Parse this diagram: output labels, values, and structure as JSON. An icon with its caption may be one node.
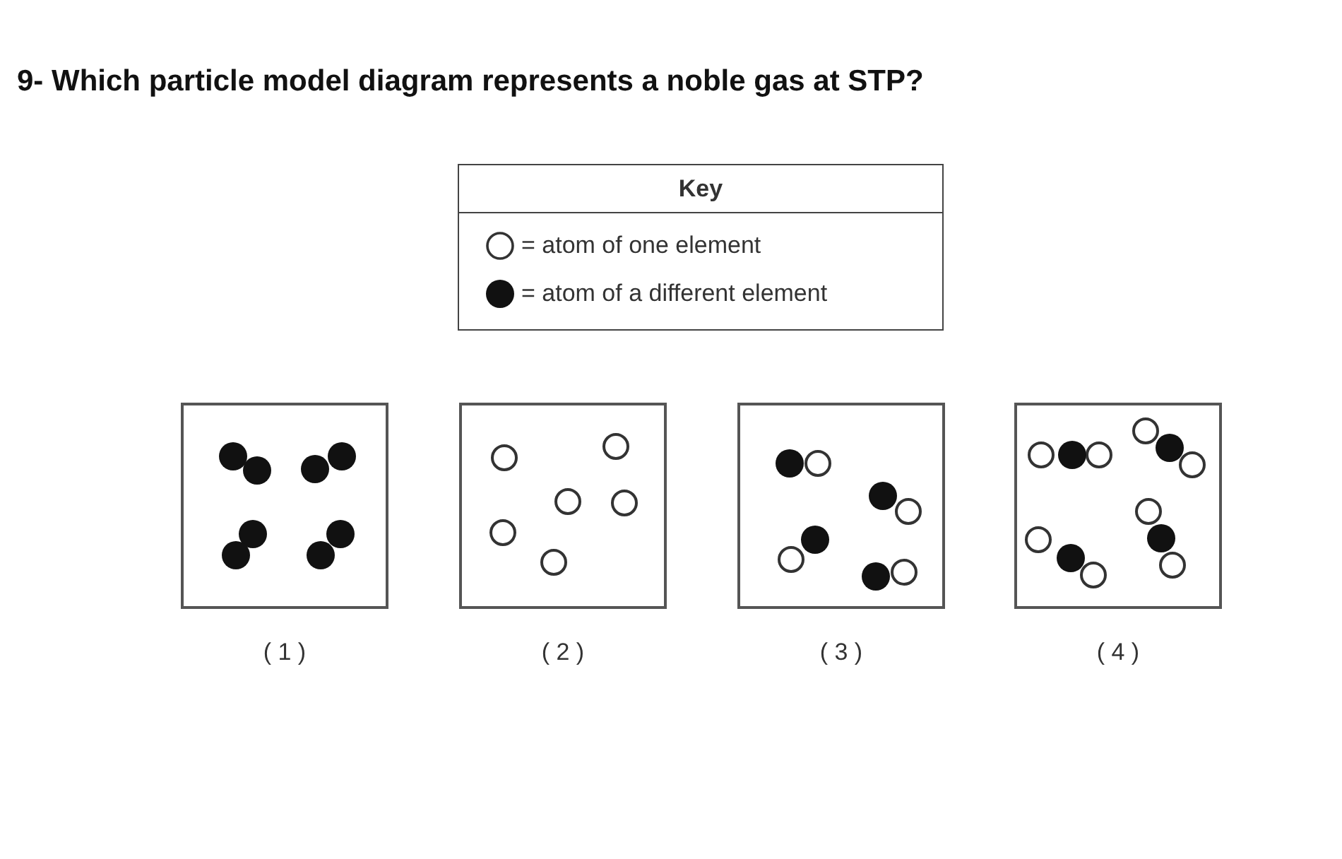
{
  "diagram": {
    "title": "9- Which particle model diagram represents a noble gas at STP?",
    "nodes": [
      {
        "text": [],
        "shape": "box",
        "beside": [
          "( 1 )"
        ]
      },
      {
        "text": [],
        "shape": "box",
        "beside": [
          "( 2 )"
        ]
      },
      {
        "text": [],
        "shape": "box",
        "beside": [
          "( 3 )"
        ]
      },
      {
        "text": [],
        "shape": "box",
        "beside": [
          "( 4 )"
        ]
      }
    ],
    "labels": [
      "Key"
    ],
    "legend": [
      {
        "text": "= atom of one element"
      },
      {
        "text": "= atom of a different element"
      }
    ]
  }
}
